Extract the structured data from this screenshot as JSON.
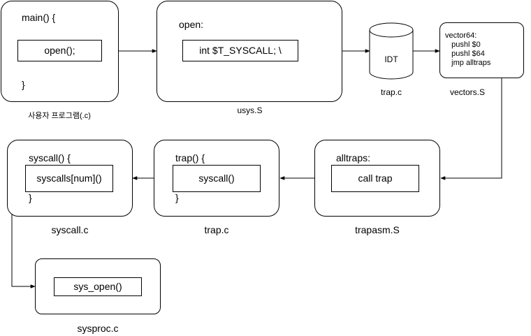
{
  "user_program": {
    "header": "main() {",
    "call": "open();",
    "footer": "}",
    "caption": "사용자 프로그램(.c)"
  },
  "usys": {
    "label": "open:",
    "instr": "int $T_SYSCALL; \\",
    "caption": "usys.S"
  },
  "idt": {
    "label": "IDT",
    "caption": "trap.c"
  },
  "vectors": {
    "lines": [
      "vector64:",
      "   pushl $0",
      "   pushl $64",
      "   jmp alltraps"
    ],
    "caption": "vectors.S"
  },
  "trapasm": {
    "label": "alltraps:",
    "call": "call trap",
    "caption": "trapasm.S"
  },
  "trap": {
    "header": "trap() {",
    "call": "syscall()",
    "footer": "}",
    "caption": "trap.c"
  },
  "syscall": {
    "header": "syscall() {",
    "call": "syscalls[num]()",
    "footer": "}",
    "caption": "syscall.c"
  },
  "sysproc": {
    "call": "sys_open()",
    "caption": "sysproc.c"
  }
}
